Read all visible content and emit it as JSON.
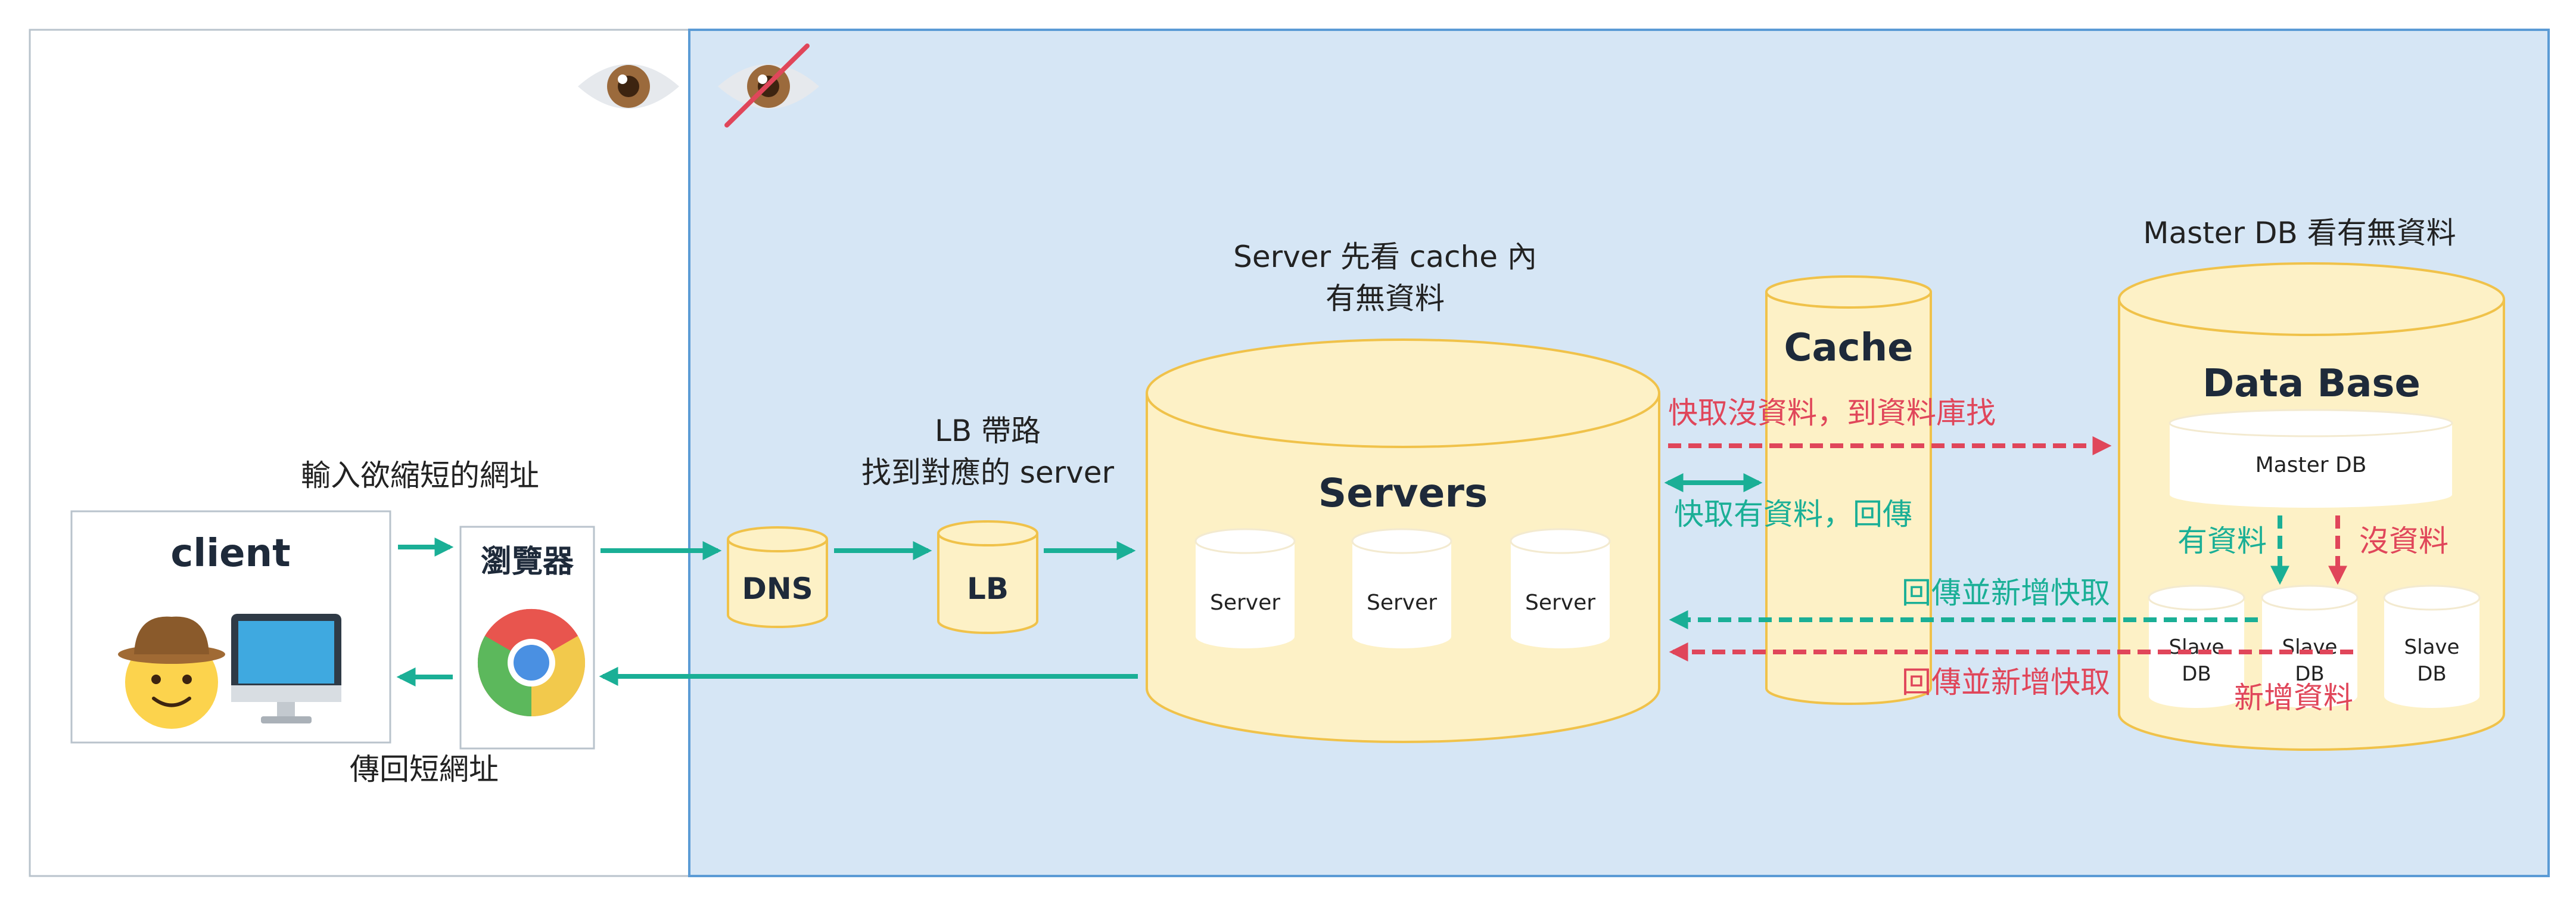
{
  "client": {
    "label": "client"
  },
  "browser": {
    "label": "瀏覽器"
  },
  "dns": {
    "label": "DNS"
  },
  "lb": {
    "label": "LB"
  },
  "servers": {
    "title": "Servers",
    "server_label": "Server"
  },
  "cache": {
    "title": "Cache"
  },
  "database": {
    "title": "Data Base",
    "master_label": "Master DB",
    "slave_label_1": "Slave",
    "slave_label_2": "DB"
  },
  "annotations": {
    "input_short_url": "輸入欲縮短的網址",
    "return_short_url": "傳回短網址",
    "lb_line1": "LB 帶路",
    "lb_line2": "找到對應的 server",
    "server_line1": "Server 先看 cache 內",
    "server_line2": "有無資料",
    "master_check": "Master DB 看有無資料",
    "cache_miss": "快取沒資料，到資料庫找",
    "cache_hit": "快取有資料，回傳",
    "has_data": "有資料",
    "no_data": "沒資料",
    "return_add_cache_1": "回傳並新增快取",
    "return_add_cache_2": "回傳並新增快取",
    "add_data": "新增資料"
  },
  "icons": {
    "visible": "eye-icon",
    "hidden": "eye-crossed-icon",
    "user": "cowboy-face-icon",
    "computer": "desktop-monitor-icon",
    "browser": "chrome-icon"
  },
  "colors": {
    "cylinder_fill": "#fdf1c6",
    "cylinder_stroke": "#f0c24a",
    "teal": "#1aaf96",
    "red": "#e0465a",
    "zone_fill": "#d6e6f5",
    "zone_stroke": "#5b9bd5"
  }
}
